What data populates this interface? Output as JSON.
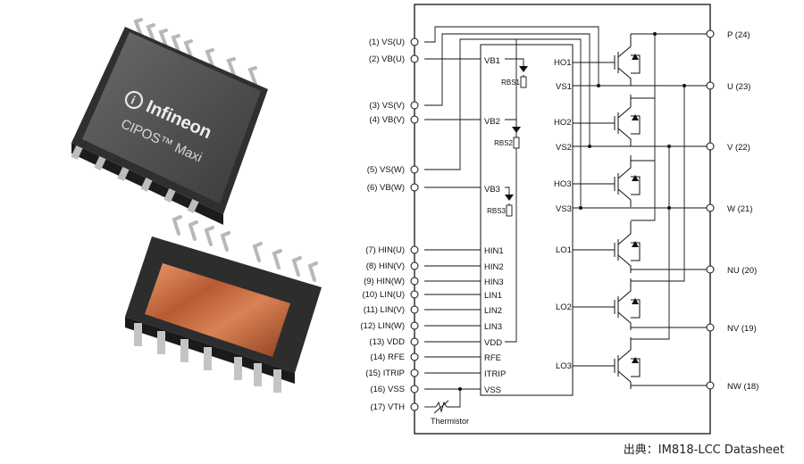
{
  "product": {
    "brand": "Infineon",
    "series": "CIPOS™ Maxi"
  },
  "pins_left": [
    {
      "label": "(1) VS(U)"
    },
    {
      "label": "(2) VB(U)"
    },
    {
      "label": "(3) VS(V)"
    },
    {
      "label": "(4) VB(V)"
    },
    {
      "label": "(5) VS(W)"
    },
    {
      "label": "(6) VB(W)"
    },
    {
      "label": "(7) HIN(U)"
    },
    {
      "label": "(8) HIN(V)"
    },
    {
      "label": "(9) HIN(W)"
    },
    {
      "label": "(10) LIN(U)"
    },
    {
      "label": "(11) LIN(V)"
    },
    {
      "label": "(12) LIN(W)"
    },
    {
      "label": "(13) VDD"
    },
    {
      "label": "(14) RFE"
    },
    {
      "label": "(15) ITRIP"
    },
    {
      "label": "(16) VSS"
    },
    {
      "label": "(17) VTH"
    }
  ],
  "ic_pins": [
    "VB1",
    "VB2",
    "VB3",
    "HIN1",
    "HIN2",
    "HIN3",
    "LIN1",
    "LIN2",
    "LIN3",
    "VDD",
    "RFE",
    "ITRIP",
    "VSS"
  ],
  "bootstrap_resistors": [
    "RBS1",
    "RBS2",
    "RBS3"
  ],
  "driver_outputs": [
    "HO1",
    "VS1",
    "HO2",
    "VS2",
    "HO3",
    "VS3",
    "LO1",
    "LO2",
    "LO3"
  ],
  "pins_right": [
    {
      "label": "P (24)"
    },
    {
      "label": "U (23)"
    },
    {
      "label": "V (22)"
    },
    {
      "label": "W (21)"
    },
    {
      "label": "NU (20)"
    },
    {
      "label": "NV (19)"
    },
    {
      "label": "NW (18)"
    }
  ],
  "thermistor_label": "Thermistor",
  "caption": "出典：IM818-LCC Datasheet"
}
